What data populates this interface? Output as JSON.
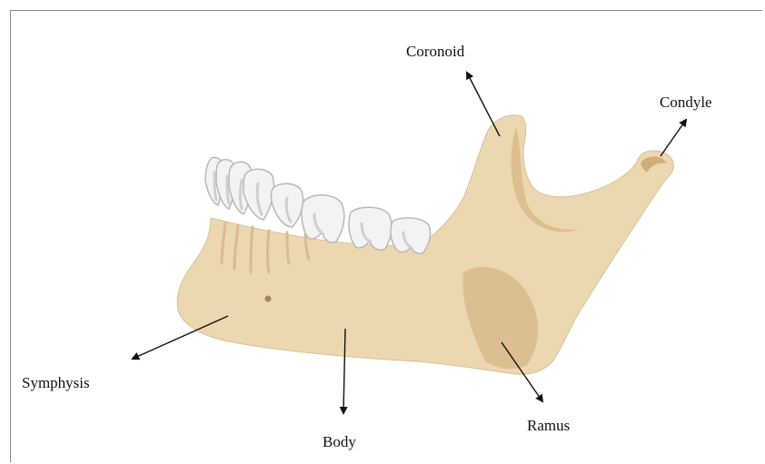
{
  "diagram": {
    "labels": {
      "coronoid": "Coronoid",
      "condyle": "Condyle",
      "symphysis": "Symphysis",
      "body": "Body",
      "ramus": "Ramus"
    }
  },
  "colors": {
    "bone": "#ecd8b0",
    "bone_shade": "#dcbf91",
    "bone_dark": "#cfae7c",
    "tooth": "#f3f3f3",
    "tooth_shade": "#cfcfcf",
    "arrow": "#111111"
  }
}
